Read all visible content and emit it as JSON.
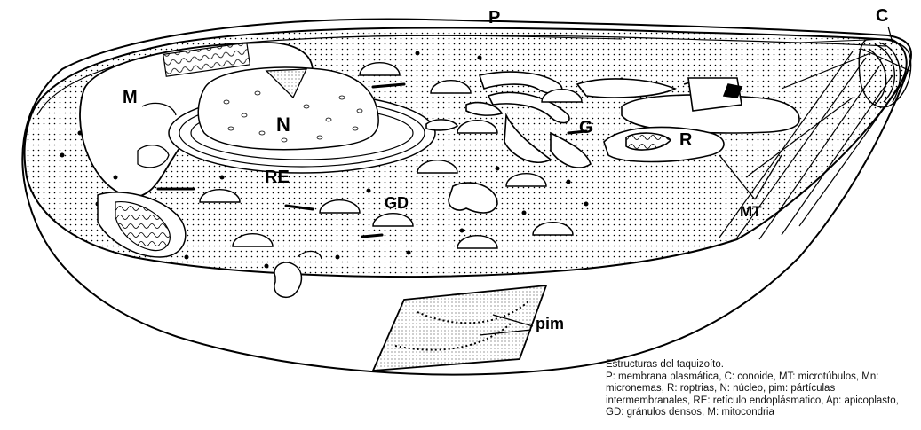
{
  "labels": {
    "P": "P",
    "C": "C",
    "M": "M",
    "N": "N",
    "G": "G",
    "R": "R",
    "RE": "RE",
    "GD": "GD",
    "MT": "MT",
    "pim": "pim"
  },
  "caption": {
    "title": "Estructuras del taquizoíto.",
    "body": "P: membrana plasmática, C: conoide, MT: microtúbulos, Mn: micronemas, R: roptrias, N: núcleo, pim: pártículas intermembranales, RE: retículo endoplásmatico, Ap: apicoplasto, GD: gránulos densos, M: mitocondria"
  }
}
